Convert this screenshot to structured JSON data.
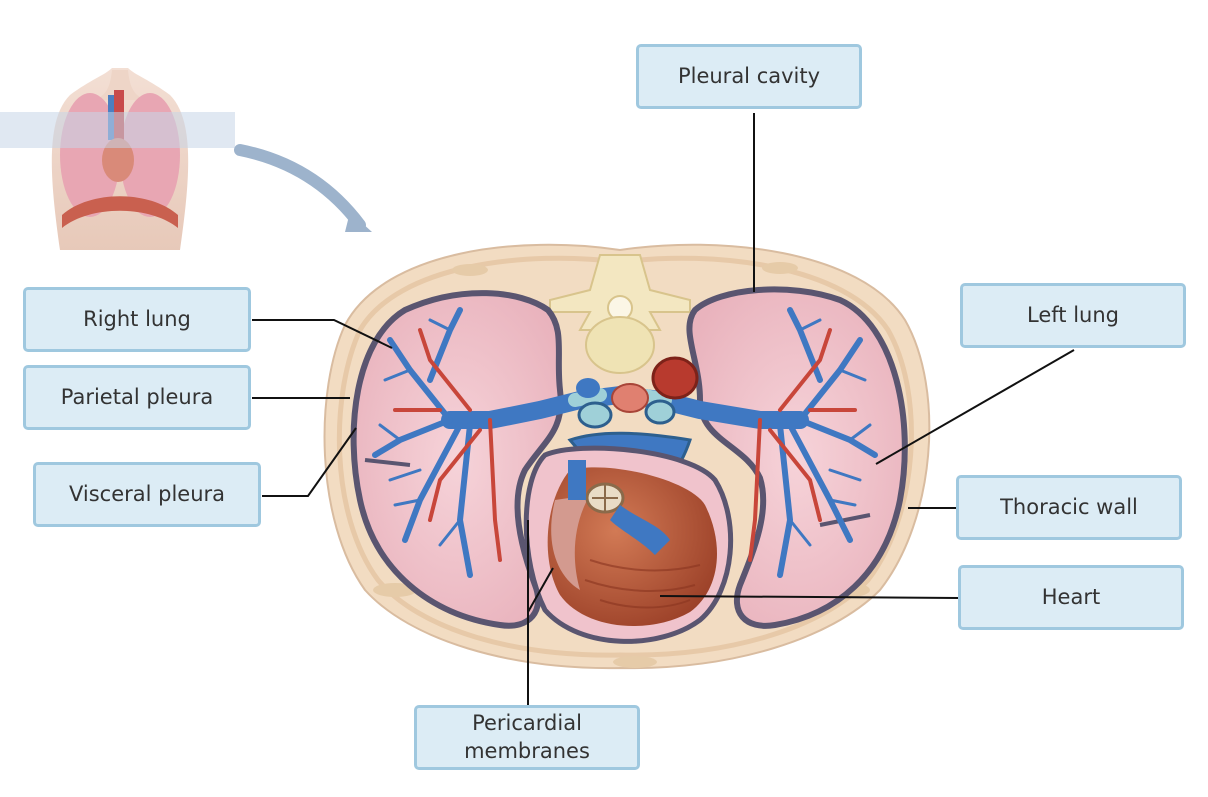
{
  "labels": {
    "pleural_cavity": "Pleural cavity",
    "right_lung": "Right lung",
    "parietal_pleura": "Parietal pleura",
    "visceral_pleura": "Visceral pleura",
    "left_lung": "Left lung",
    "thoracic_wall": "Thoracic wall",
    "heart": "Heart",
    "pericardial_line1": "Pericardial",
    "pericardial_line2": "membranes"
  },
  "colors": {
    "label_fill": "#dcecf5",
    "label_border": "#9fc8df",
    "leader_line": "#111111",
    "lung_tissue": "#f0c3cc",
    "thoracic_wall": "#f2dcc2",
    "airway_blue": "#3f78c2",
    "artery_red": "#c8463a",
    "heart_muscle": "#b9573a"
  }
}
